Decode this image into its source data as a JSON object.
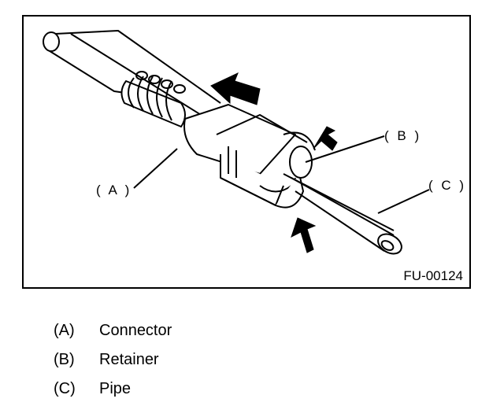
{
  "figure": {
    "id_text": "FU-00124",
    "callouts": {
      "a": "( A )",
      "b": "( B )",
      "c": "( C )"
    }
  },
  "legend": [
    {
      "key": "(A)",
      "name": "Connector"
    },
    {
      "key": "(B)",
      "name": "Retainer"
    },
    {
      "key": "(C)",
      "name": "Pipe"
    }
  ]
}
